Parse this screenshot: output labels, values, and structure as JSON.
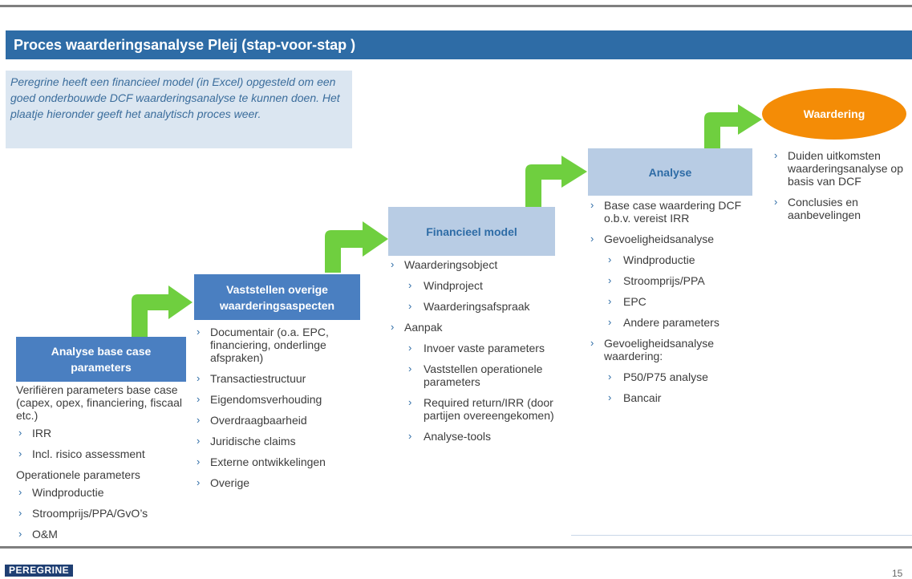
{
  "title": "Proces waarderingsanalyse Pleij (stap-voor-stap )",
  "intro": "Peregrine heeft een financieel model (in Excel) opgesteld om een goed onderbouwde DCF waarderingsanalyse te kunnen doen. Het plaatje hieronder geeft het analytisch proces weer.",
  "steps": {
    "step1": "Analyse base case parameters",
    "step2": "Vaststellen overige waarderingsaspecten",
    "step3": "Financieel model",
    "step4": "Analyse",
    "step5": "Waardering"
  },
  "col1": {
    "p1": "Verifiëren parameters base case (capex, opex, financiering, fiscaal etc.)",
    "i1": "IRR",
    "i2": "Incl. risico assessment",
    "p2": "Operationele parameters",
    "i3": "Windproductie",
    "i4": "Stroomprijs/PPA/GvO’s",
    "i5": "O&M"
  },
  "col2": [
    "Documentair (o.a. EPC, financiering, onderlinge afspraken)",
    "Transactiestructuur",
    "Eigendomsverhouding",
    "Overdraagbaarheid",
    "Juridische claims",
    "Externe ontwikkelingen",
    "Overige"
  ],
  "col3": {
    "b1": "Waarderingsobject",
    "s1": "Windproject",
    "s2": "Waarderingsafspraak",
    "b2": "Aanpak",
    "s3": "Invoer vaste parameters",
    "s4": "Vaststellen operationele parameters",
    "s5": "Required return/IRR (door partijen overeengekomen)",
    "s6": "Analyse-tools"
  },
  "col4": {
    "b1": "Base case waardering DCF o.b.v. vereist IRR",
    "b2": "Gevoeligheidsanalyse",
    "s1": "Windproductie",
    "s2": "Stroomprijs/PPA",
    "s3": "EPC",
    "s4": "Andere parameters",
    "b3": "Gevoeligheidsanalyse waardering:",
    "s5": "P50/P75 analyse",
    "s6": "Bancair"
  },
  "col5": [
    "Duiden uitkomsten waarderingsanalyse op basis van DCF",
    "Conclusies en aanbevelingen"
  ],
  "footer": {
    "logo": "PEREGRINE",
    "page": "15"
  },
  "colors": {
    "titlebar": "#2e6ca6",
    "dark_box": "#4a7fc1",
    "light_box": "#b8cce4",
    "oval": "#f48c06",
    "arrow": "#6fcf3f"
  }
}
